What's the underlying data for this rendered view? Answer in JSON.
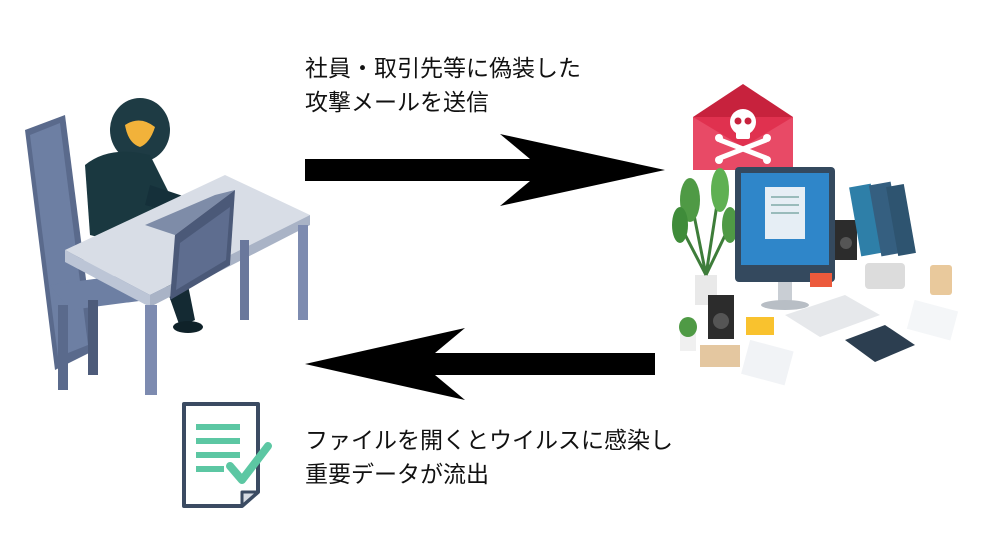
{
  "top_message": {
    "line1": "社員・取引先等に偽装した",
    "line2": "攻撃メールを送信"
  },
  "bottom_message": {
    "line1": "ファイルを開くとウイルスに感染し",
    "line2": "重要データが流出"
  },
  "icons": {
    "attacker": "hooded-hacker-at-laptop-icon",
    "malicious_mail": "skull-crossbones-envelope-icon",
    "victim_workspace": "office-desk-workspace-icon",
    "stolen_file": "document-check-icon"
  },
  "colors": {
    "arrow": "#000000",
    "envelope": "#e0314f",
    "document_accent": "#5cc7a3"
  }
}
